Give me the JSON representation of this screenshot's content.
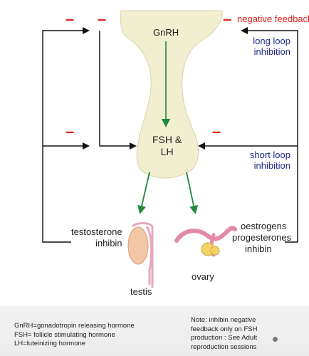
{
  "labels": {
    "negative_feedback": "negative feedback",
    "long_loop": [
      "long loop",
      "inhibition"
    ],
    "short_loop": [
      "short loop",
      "inhibition"
    ],
    "gnrh": "GnRH",
    "fsh_lh": [
      "FSH &",
      "LH"
    ],
    "testosterone": [
      "testosterone",
      "inhibin"
    ],
    "testis": "testis",
    "ovary": "ovary",
    "oestrogens": [
      "oestrogens",
      "progesterones",
      "inhibin"
    ],
    "minus_sign": "–"
  },
  "footer": {
    "definitions": [
      "GnRH=gonadotropin releasing hormone",
      "FSH= follicle stimulating hormone",
      "LH=luteinizing hormone"
    ],
    "note": [
      "Note: inhibin negative",
      "feedback only on FSH",
      "production : See Adult",
      "reproduction sessions"
    ]
  },
  "colors": {
    "pituitary": "#f1efd0",
    "pituitary_stroke": "#d8d4a8",
    "arrow_green": "#1f8a3a",
    "minus_red": "#e02020",
    "label_blue": "#1d2a8a",
    "line_black": "#111111"
  }
}
